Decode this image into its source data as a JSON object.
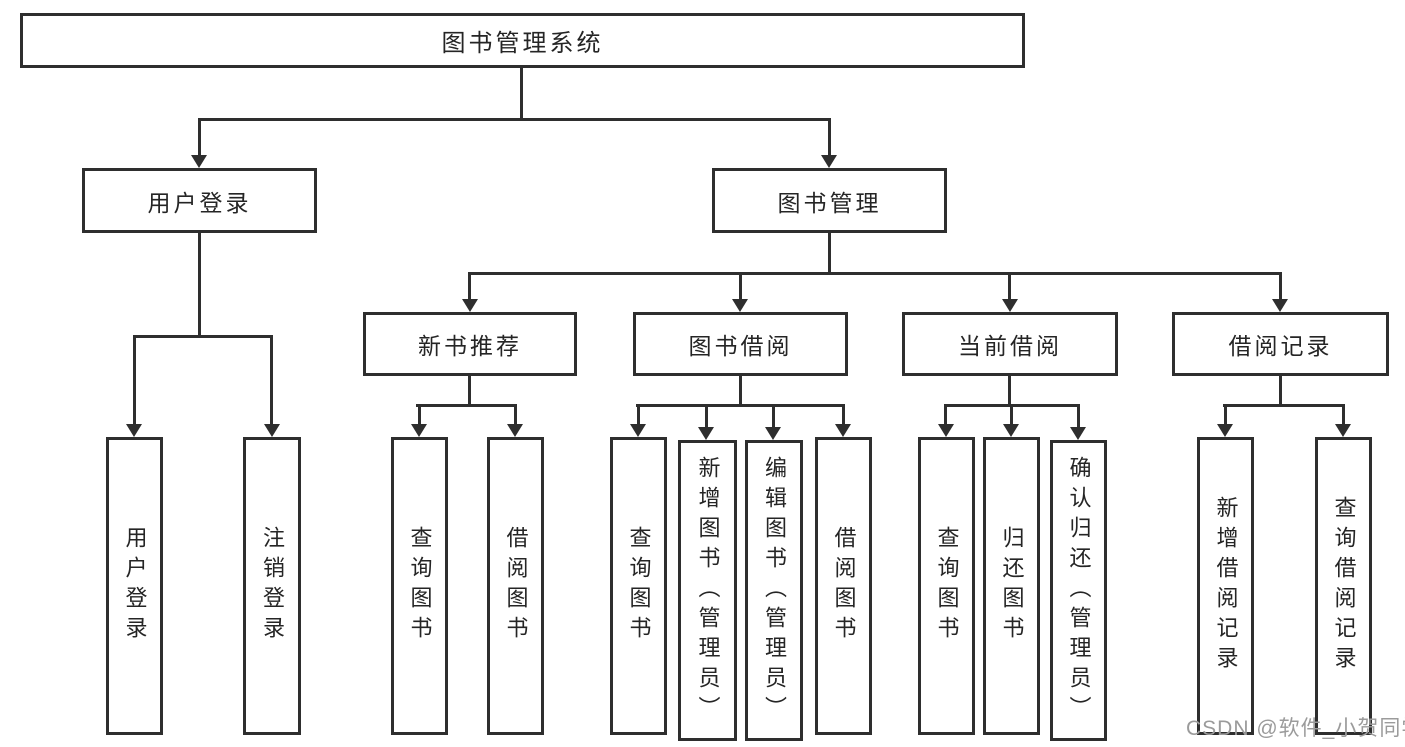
{
  "root": {
    "label": "图书管理系统"
  },
  "branches": [
    {
      "label": "用户登录",
      "leaves": [
        "用户登录",
        "注销登录"
      ]
    },
    {
      "label": "图书管理",
      "groups": [
        {
          "label": "新书推荐",
          "leaves": [
            "查询图书",
            "借阅图书"
          ]
        },
        {
          "label": "图书借阅",
          "leaves": [
            "查询图书",
            "新增图书（管理员）",
            "编辑图书（管理员）",
            "借阅图书"
          ]
        },
        {
          "label": "当前借阅",
          "leaves": [
            "查询图书",
            "归还图书",
            "确认归还（管理员）"
          ]
        },
        {
          "label": "借阅记录",
          "leaves": [
            "新增借阅记录",
            "查询借阅记录"
          ]
        }
      ]
    }
  ],
  "watermark": "CSDN @软件_小贺同学",
  "colors": {
    "line": "#2e2e2e",
    "text": "#252525",
    "watermark": "#9b9b9b",
    "background": "#ffffff"
  }
}
